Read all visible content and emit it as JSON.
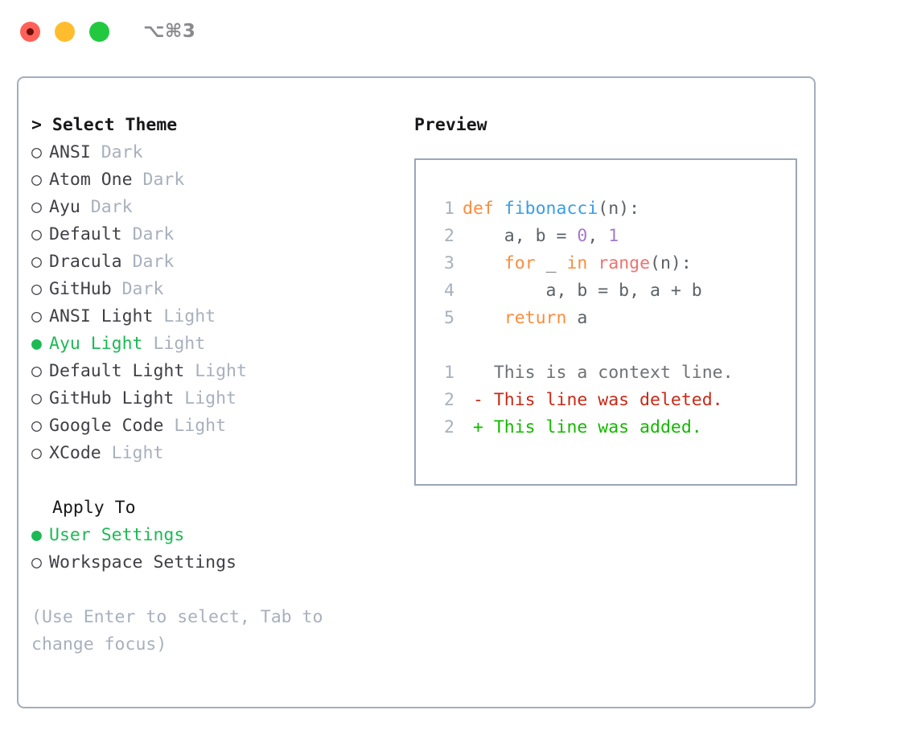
{
  "titlebar": {
    "buttons": [
      {
        "name": "close",
        "color": "#FF6159"
      },
      {
        "name": "minimize",
        "color": "#FFBD2E"
      },
      {
        "name": "zoom",
        "color": "#22C93F"
      }
    ],
    "shortcut": "⌥⌘3"
  },
  "theme_panel": {
    "prompt": "> ",
    "title": "Select Theme",
    "selected_index": 8,
    "options": [
      {
        "bullet": "○",
        "name": "ANSI",
        "tag": "Dark",
        "selected": false
      },
      {
        "bullet": "○",
        "name": "Atom One",
        "tag": "Dark",
        "selected": false
      },
      {
        "bullet": "○",
        "name": "Ayu",
        "tag": "Dark",
        "selected": false
      },
      {
        "bullet": "○",
        "name": "Default",
        "tag": "Dark",
        "selected": false
      },
      {
        "bullet": "○",
        "name": "Dracula",
        "tag": "Dark",
        "selected": false
      },
      {
        "bullet": "○",
        "name": "GitHub",
        "tag": "Dark",
        "selected": false
      },
      {
        "bullet": "○",
        "name": "ANSI Light",
        "tag": "Light",
        "selected": false
      },
      {
        "bullet": "●",
        "name": "Ayu Light",
        "tag": "Light",
        "selected": true
      },
      {
        "bullet": "○",
        "name": "Default Light",
        "tag": "Light",
        "selected": false
      },
      {
        "bullet": "○",
        "name": "GitHub Light",
        "tag": "Light",
        "selected": false
      },
      {
        "bullet": "○",
        "name": "Google Code",
        "tag": "Light",
        "selected": false
      },
      {
        "bullet": "○",
        "name": "XCode",
        "tag": "Light",
        "selected": false
      }
    ]
  },
  "apply_to": {
    "title": "Apply To",
    "options": [
      {
        "bullet": "●",
        "label": "User Settings",
        "selected": true
      },
      {
        "bullet": "○",
        "label": "Workspace Settings",
        "selected": false
      }
    ]
  },
  "hint": "(Use Enter to select, Tab to change focus)",
  "preview": {
    "title": "Preview",
    "code_lines": [
      {
        "number": "1",
        "tokens": [
          {
            "text": "def ",
            "style": "kw"
          },
          {
            "text": "fibonacci",
            "style": "fn"
          },
          {
            "text": "(n):",
            "style": "plain"
          }
        ]
      },
      {
        "number": "2",
        "tokens": [
          {
            "text": "    a, b = ",
            "style": "plain"
          },
          {
            "text": "0",
            "style": "num"
          },
          {
            "text": ", ",
            "style": "plain"
          },
          {
            "text": "1",
            "style": "num"
          }
        ]
      },
      {
        "number": "3",
        "tokens": [
          {
            "text": "    ",
            "style": "plain"
          },
          {
            "text": "for",
            "style": "kw"
          },
          {
            "text": " _ ",
            "style": "plain"
          },
          {
            "text": "in",
            "style": "kw"
          },
          {
            "text": " ",
            "style": "plain"
          },
          {
            "text": "range",
            "style": "call"
          },
          {
            "text": "(n):",
            "style": "plain"
          }
        ]
      },
      {
        "number": "4",
        "tokens": [
          {
            "text": "        a, b = b, a + b",
            "style": "plain"
          }
        ]
      },
      {
        "number": "5",
        "tokens": [
          {
            "text": "    ",
            "style": "plain"
          },
          {
            "text": "return",
            "style": "kw"
          },
          {
            "text": " a",
            "style": "plain"
          }
        ]
      }
    ],
    "diff_lines": [
      {
        "number": "1",
        "marker": "  ",
        "text": "This is a context line.",
        "kind": "ctx"
      },
      {
        "number": "2",
        "marker": "- ",
        "text": "This line was deleted.",
        "kind": "del"
      },
      {
        "number": "2",
        "marker": "+ ",
        "text": "This line was added.",
        "kind": "add"
      }
    ]
  },
  "colors": {
    "accent_green": "#1DB954",
    "muted": "#A8B0BD",
    "text": "#3F3F46",
    "border": "#A3ADBF",
    "syntax_keyword": "#FA8D3E",
    "syntax_function": "#399EE6",
    "syntax_number": "#A37ACC",
    "syntax_call": "#F07171",
    "diff_deleted": "#C62A17",
    "diff_added": "#15B800"
  }
}
